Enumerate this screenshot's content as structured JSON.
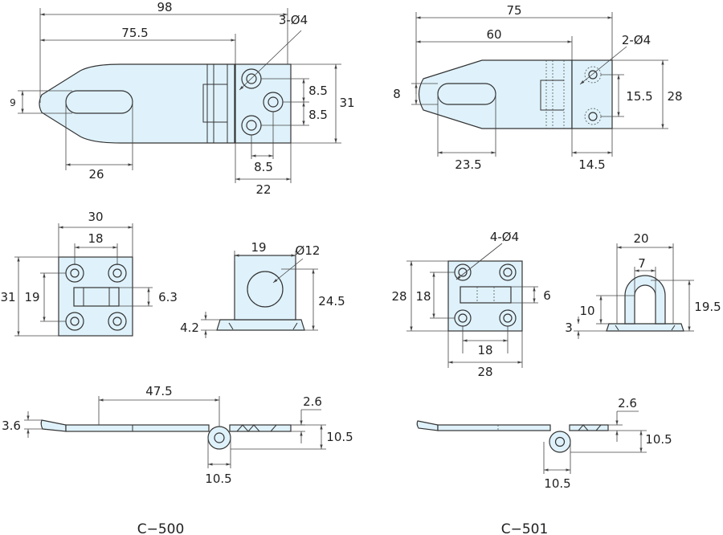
{
  "colors": {
    "part_fill": "#dff2fb",
    "outline": "#333333"
  },
  "c500": {
    "title": "C−500",
    "top": {
      "overall": "98",
      "to_hinge": "75.5",
      "holes": "3-Ø4",
      "pitch_a": "8.5",
      "pitch_b": "8.5",
      "height": "31",
      "tip": "9",
      "slot": "26",
      "hole_h": "8.5",
      "plate": "22"
    },
    "plate": {
      "width": "30",
      "hole_w": "18",
      "height": "31",
      "hole_h": "19",
      "slot": "6.3"
    },
    "staple": {
      "width": "19",
      "hole": "Ø12",
      "height": "24.5",
      "base": "4.2"
    },
    "side": {
      "length": "47.5",
      "tip": "3.6",
      "thick": "2.6",
      "curl_h": "10.5",
      "curl_w": "10.5"
    }
  },
  "c501": {
    "title": "C−501",
    "top": {
      "overall": "75",
      "to_hinge": "60",
      "holes": "2-Ø4",
      "tip": "8",
      "pitch": "15.5",
      "height": "28",
      "slot": "23.5",
      "plate": "14.5"
    },
    "plate": {
      "holes": "4-Ø4",
      "height": "28",
      "hole_h": "18",
      "slot": "6",
      "hole_w": "18",
      "width": "28"
    },
    "staple": {
      "width": "20",
      "inner": "7",
      "height": "19.5",
      "leg": "10",
      "base": "3"
    },
    "side": {
      "thick": "2.6",
      "curl_h": "10.5",
      "curl_w": "10.5"
    }
  }
}
